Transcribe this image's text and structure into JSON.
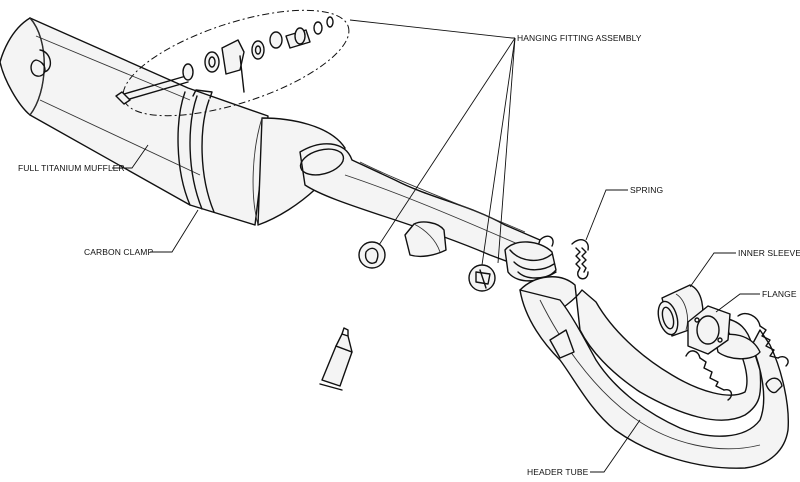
{
  "labels": {
    "hanging_fitting_assembly": "HANGING FITTING ASSEMBLY",
    "full_titanium_muffler": "FULL TITANIUM MUFFLER",
    "carbon_clamp": "CARBON CLAMP",
    "spring": "SPRING",
    "inner_sleeve": "INNER SLEEVE",
    "flange": "FLANGE",
    "header_tube": "HEADER TUBE"
  },
  "colors": {
    "line": "#111111",
    "background": "#ffffff",
    "part_fill": "#f4f4f4"
  }
}
